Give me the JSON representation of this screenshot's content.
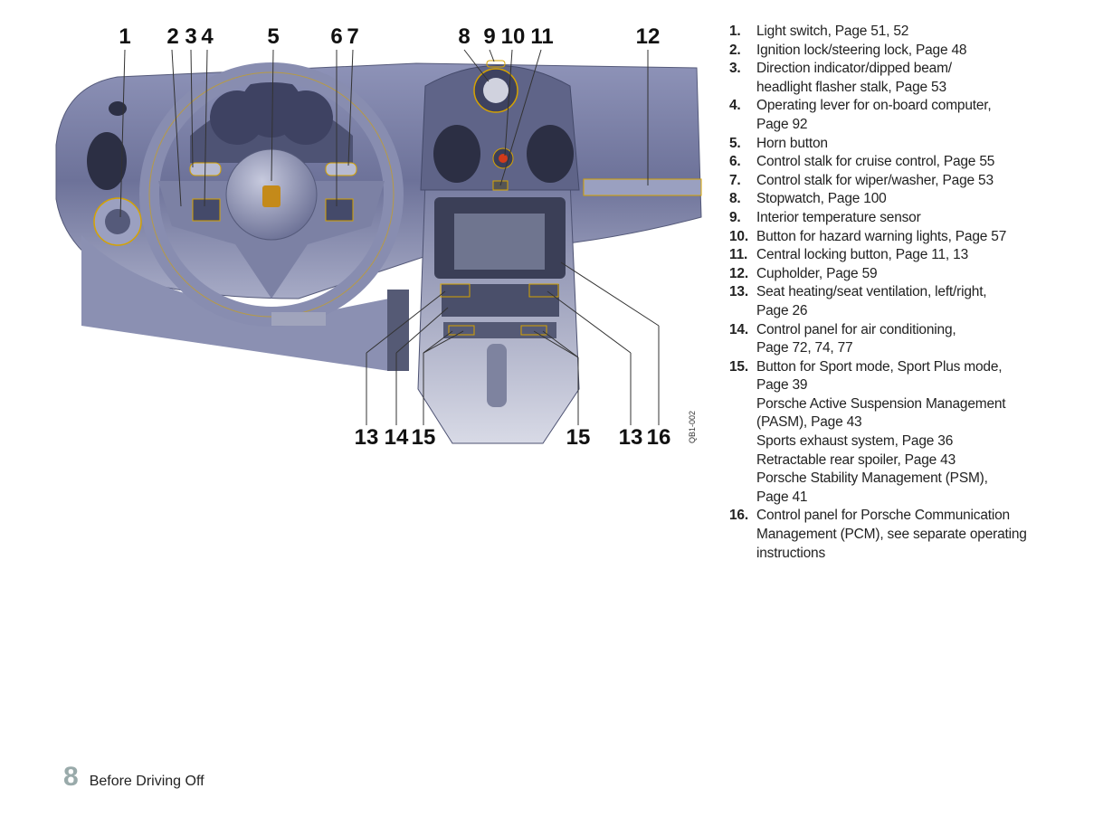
{
  "figure": {
    "code": "QB1-002",
    "callouts_top": [
      "1",
      "2",
      "3",
      "4",
      "5",
      "6",
      "7",
      "8",
      "9",
      "10",
      "11",
      "12"
    ],
    "callouts_bottom": [
      "13",
      "14",
      "15",
      "15",
      "13",
      "16"
    ]
  },
  "legend": [
    {
      "num": "1.",
      "lines": [
        "Light switch, Page 51, 52"
      ]
    },
    {
      "num": "2.",
      "lines": [
        "Ignition lock/steering lock, Page 48"
      ]
    },
    {
      "num": "3.",
      "lines": [
        "Direction indicator/dipped beam/",
        "headlight flasher stalk, Page 53"
      ]
    },
    {
      "num": "4.",
      "lines": [
        "Operating lever for on-board computer,",
        "Page 92"
      ]
    },
    {
      "num": "5.",
      "lines": [
        "Horn button"
      ]
    },
    {
      "num": "6.",
      "lines": [
        "Control stalk for cruise control, Page 55"
      ]
    },
    {
      "num": "7.",
      "lines": [
        "Control stalk for wiper/washer, Page 53"
      ]
    },
    {
      "num": "8.",
      "lines": [
        "Stopwatch, Page 100"
      ]
    },
    {
      "num": "9.",
      "lines": [
        "Interior temperature sensor"
      ]
    },
    {
      "num": "10.",
      "lines": [
        "Button for hazard warning lights, Page 57"
      ]
    },
    {
      "num": "11.",
      "lines": [
        "Central locking button, Page 11, 13"
      ]
    },
    {
      "num": "12.",
      "lines": [
        "Cupholder, Page 59"
      ]
    },
    {
      "num": "13.",
      "lines": [
        "Seat heating/seat ventilation, left/right,",
        "Page 26"
      ]
    },
    {
      "num": "14.",
      "lines": [
        "Control panel for air conditioning,",
        "Page 72, 74, 77"
      ]
    },
    {
      "num": "15.",
      "lines": [
        "Button for Sport mode, Sport Plus mode,",
        "Page 39",
        "Porsche Active Suspension Management",
        "(PASM), Page 43",
        "Sports exhaust system, Page 36",
        "Retractable rear spoiler, Page 43",
        "Porsche Stability Management (PSM),",
        "Page 41"
      ]
    },
    {
      "num": "16.",
      "lines": [
        "Control panel for Porsche Communication",
        "Management (PCM), see separate operating",
        "instructions"
      ]
    }
  ],
  "footer": {
    "page_number": "8",
    "section_title": "Before Driving Off"
  }
}
